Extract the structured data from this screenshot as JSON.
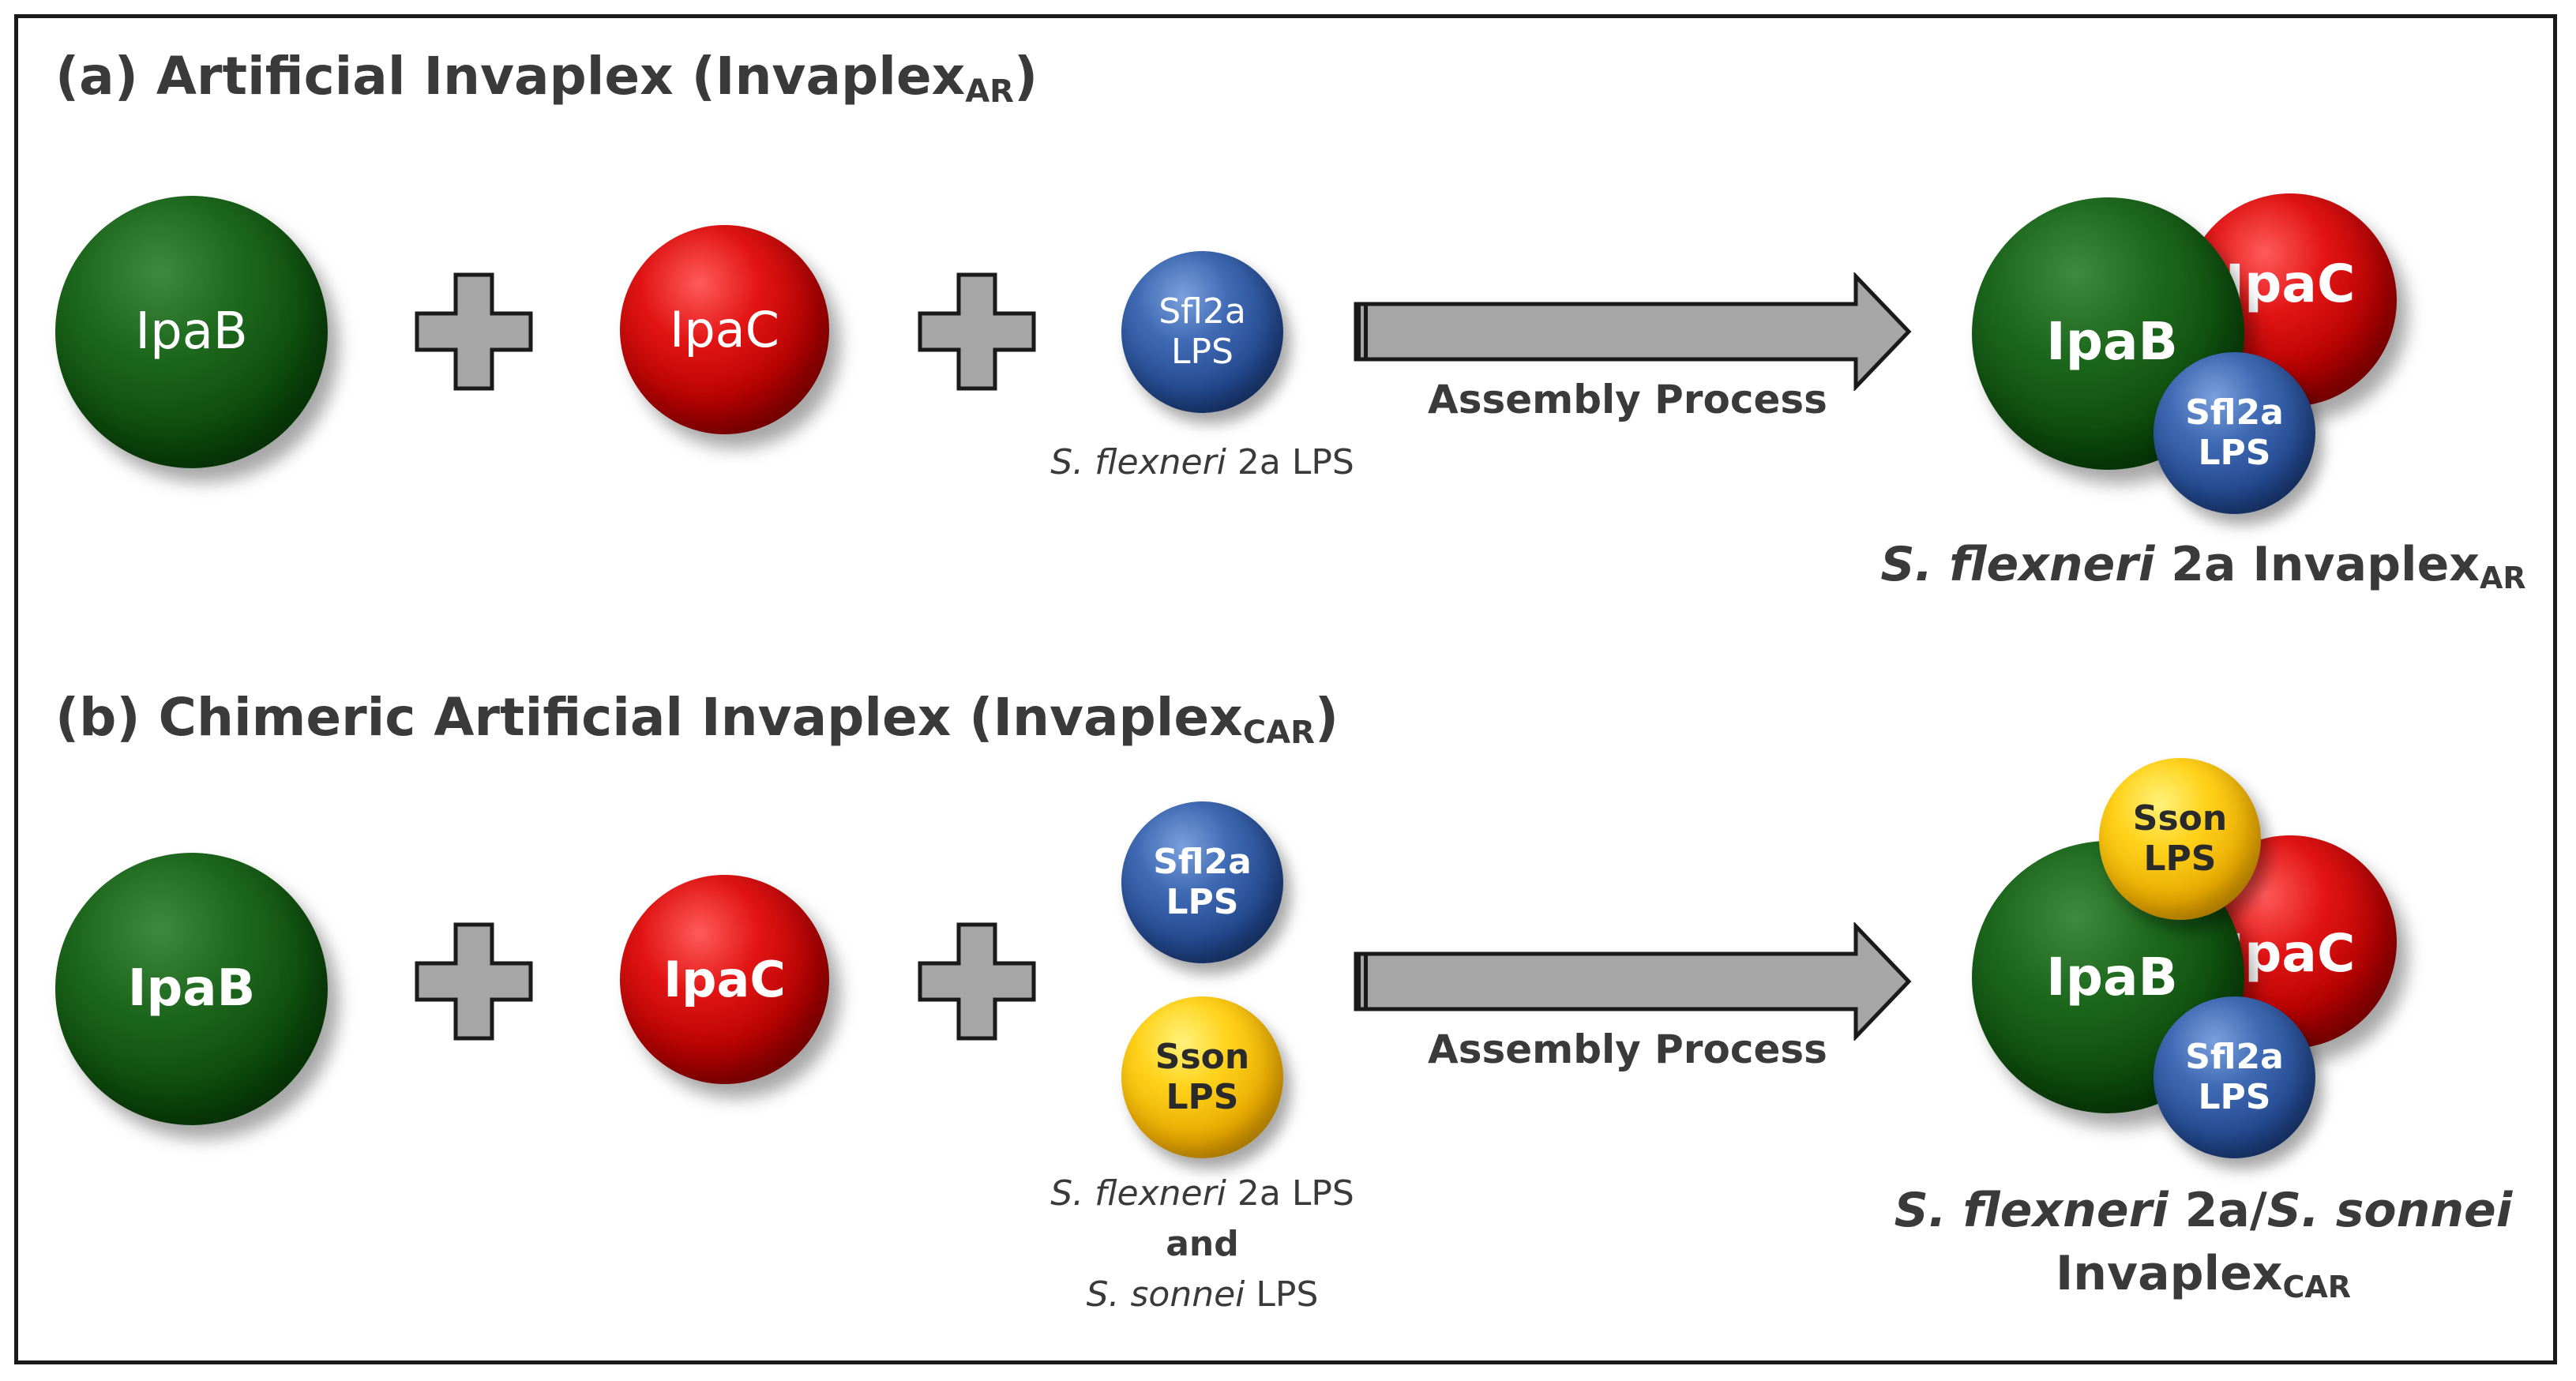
{
  "panel_a": {
    "heading": "(a) Artificial Invaplex (Invaplex",
    "heading_sub": "AR",
    "heading_close": ")",
    "ipab": "IpaB",
    "ipac": "IpaC",
    "lps_line1": "Sfl2a",
    "lps_line2": "LPS",
    "lps_caption_italic": "S. flexneri",
    "lps_caption_rest": " 2a LPS",
    "arrow_label": "Assembly Process",
    "product_ipab": "IpaB",
    "product_ipac": "IpaC",
    "product_lps1": "Sfl2a",
    "product_lps2": "LPS",
    "product_caption_italic": "S. flexneri",
    "product_caption_rest": " 2a Invaplex",
    "product_caption_sub": "AR"
  },
  "panel_b": {
    "heading": "(b) Chimeric Artificial Invaplex (Invaplex",
    "heading_sub": "CAR",
    "heading_close": ")",
    "ipab": "IpaB",
    "ipac": "IpaC",
    "lps1_line1": "Sfl2a",
    "lps1_line2": "LPS",
    "lps2_line1": "Sson",
    "lps2_line2": "LPS",
    "caption_line1_italic": "S. flexneri",
    "caption_line1_rest": " 2a LPS",
    "caption_line2": "and",
    "caption_line3_italic": "S. sonnei",
    "caption_line3_rest": " LPS",
    "arrow_label": "Assembly Process",
    "product_ipab": "IpaB",
    "product_ipac": "IpaC",
    "product_sson1": "Sson",
    "product_sson2": "LPS",
    "product_sfl1": "Sfl2a",
    "product_sfl2": "LPS",
    "product_caption_line1_a": "S. flexneri",
    "product_caption_line1_b": " 2a/",
    "product_caption_line1_c": "S. sonnei",
    "product_caption_line2": "Invaplex",
    "product_caption_sub": "CAR"
  },
  "colors": {
    "ipab": "#0c4a0c",
    "ipac": "#b00000",
    "sfl2a_lps": "#23488e",
    "sson_lps": "#e8a800",
    "plus": "#a6a6a6",
    "arrow": "#a6a6a6"
  }
}
